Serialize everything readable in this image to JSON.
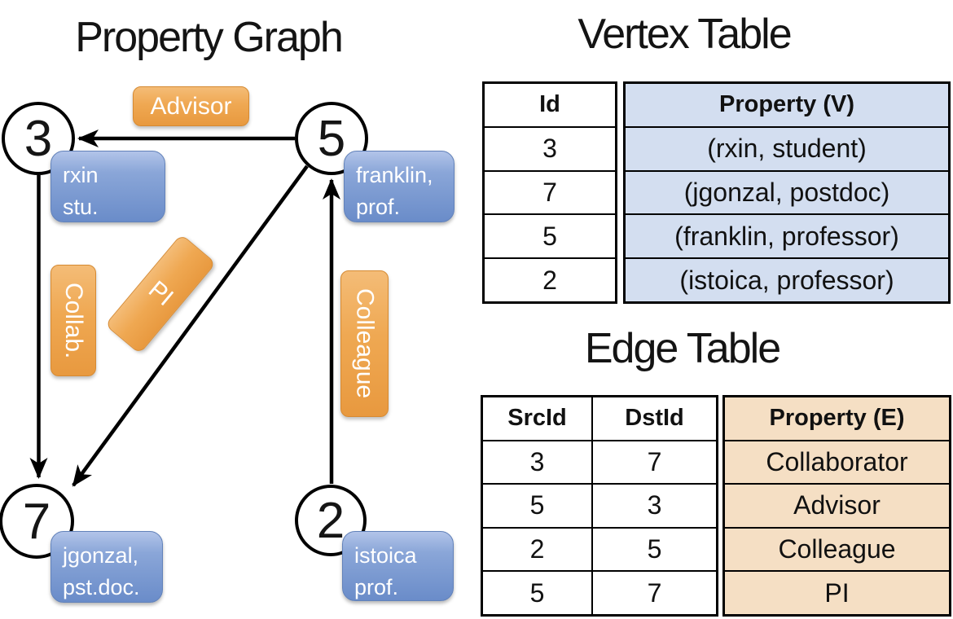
{
  "graph": {
    "title": "Property Graph",
    "nodes": [
      {
        "id": "3",
        "line1": "rxin",
        "line2": "stu."
      },
      {
        "id": "5",
        "line1": "franklin,",
        "line2": "prof."
      },
      {
        "id": "7",
        "line1": "jgonzal,",
        "line2": "pst.doc."
      },
      {
        "id": "2",
        "line1": "istoica",
        "line2": "prof."
      }
    ],
    "edges": [
      {
        "src": "5",
        "dst": "3",
        "label": "Advisor"
      },
      {
        "src": "3",
        "dst": "7",
        "label": "Collab."
      },
      {
        "src": "5",
        "dst": "7",
        "label": "PI"
      },
      {
        "src": "2",
        "dst": "5",
        "label": "Colleague"
      }
    ]
  },
  "vertex_table": {
    "title": "Vertex Table",
    "columns": [
      "Id",
      "Property (V)"
    ],
    "rows": [
      [
        "3",
        "(rxin, student)"
      ],
      [
        "7",
        "(jgonzal, postdoc)"
      ],
      [
        "5",
        "(franklin, professor)"
      ],
      [
        "2",
        "(istoica, professor)"
      ]
    ]
  },
  "edge_table": {
    "title": "Edge Table",
    "columns": [
      "SrcId",
      "DstId",
      "Property (E)"
    ],
    "rows": [
      [
        "3",
        "7",
        "Collaborator"
      ],
      [
        "5",
        "3",
        "Advisor"
      ],
      [
        "2",
        "5",
        "Colleague"
      ],
      [
        "5",
        "7",
        "PI"
      ]
    ]
  },
  "colors": {
    "edge_label_orange": "#EFA852",
    "vertex_box_blue": "#7D9AD0",
    "vertex_cell_fill": "#D3DEF0",
    "edge_cell_fill": "#F5DFC4",
    "line_black": "#000000"
  }
}
